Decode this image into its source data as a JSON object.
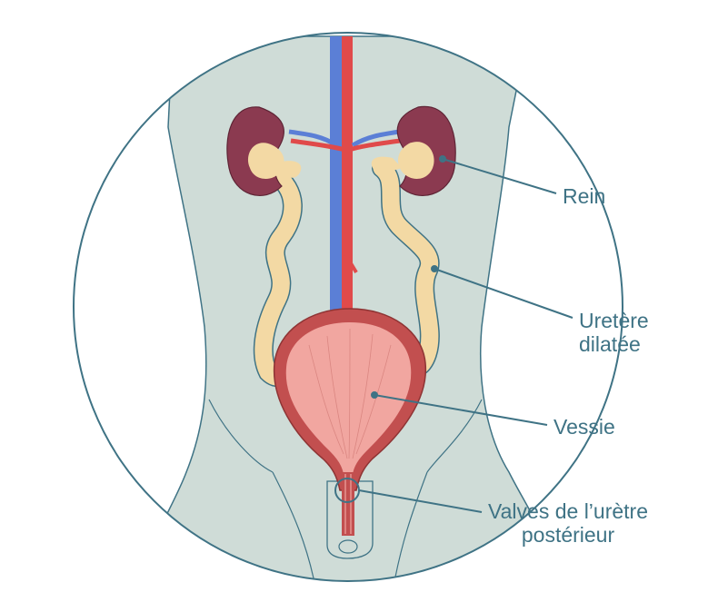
{
  "labels": {
    "rein": "Rein",
    "uretere_line1": "Uretère",
    "uretere_line2": "dilatée",
    "vessie": "Vessie",
    "valves_line1": "Valves de l’urètre",
    "valves_line2": "postérieur"
  },
  "colors": {
    "outline": "#3f7385",
    "body": "#cfdcd7",
    "kidney": "#8b3a50",
    "urine": "#f3d9a4",
    "bladder": "#c24f4f",
    "bladder_inner": "#f1a6a0",
    "artery": "#e04a4a",
    "vein": "#5b7fd6"
  }
}
